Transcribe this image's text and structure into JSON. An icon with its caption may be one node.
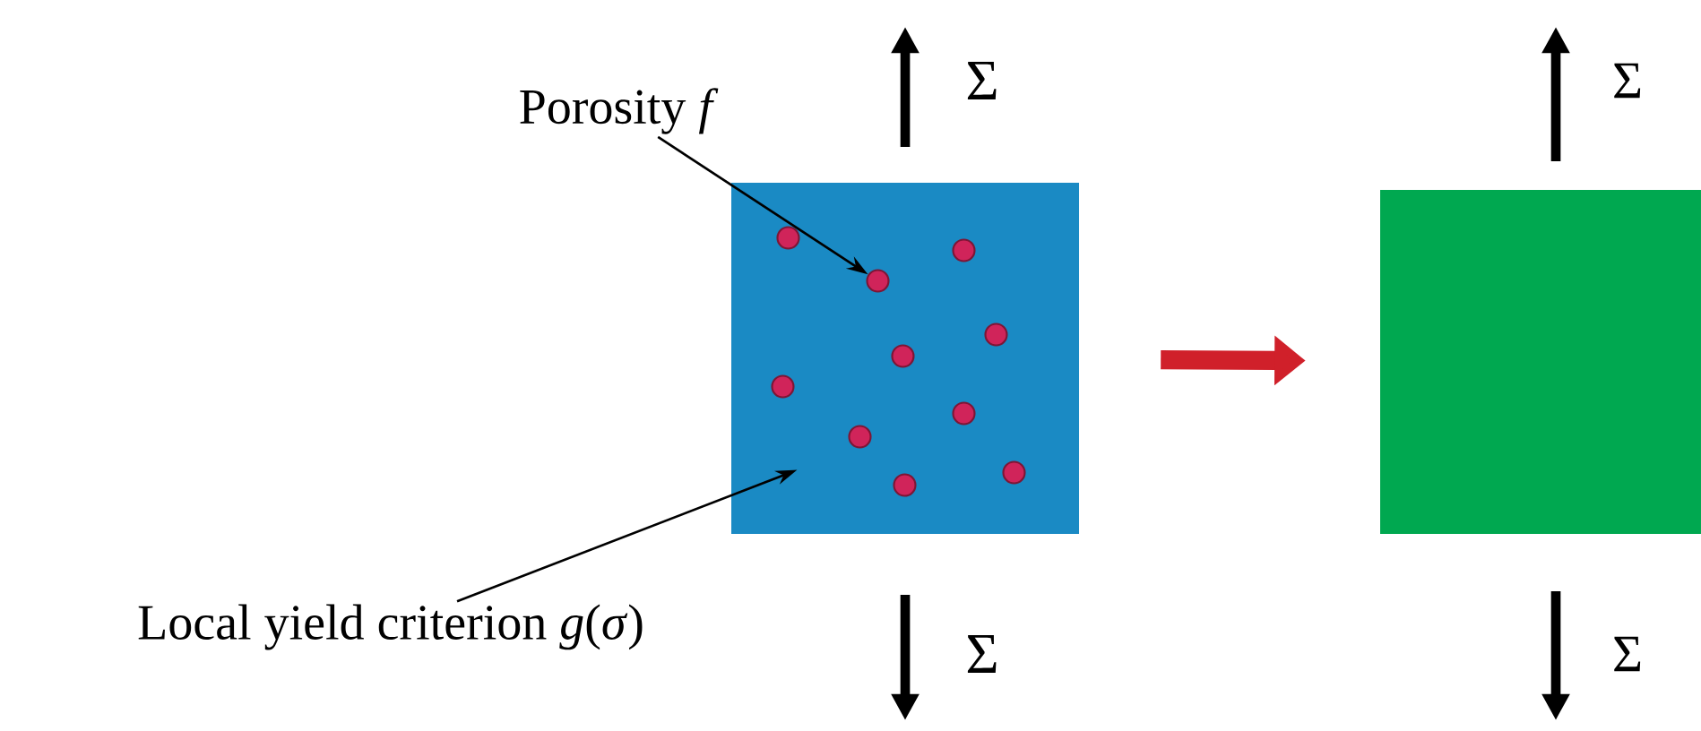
{
  "diagram": {
    "nodes": [
      {
        "text": [
          "Porosity *f*"
        ]
      },
      {
        "text": [],
        "shape": "box"
      },
      {
        "text": [],
        "shape": "circle",
        "in": 1
      },
      {
        "text": [],
        "shape": "circle",
        "in": 1
      },
      {
        "text": [],
        "shape": "circle",
        "in": 1
      },
      {
        "text": [],
        "shape": "circle",
        "in": 1
      },
      {
        "text": [],
        "shape": "circle",
        "in": 1
      },
      {
        "text": [],
        "shape": "circle",
        "in": 1
      },
      {
        "text": [],
        "shape": "circle",
        "in": 1
      },
      {
        "text": [],
        "shape": "circle",
        "in": 1
      },
      {
        "text": [],
        "shape": "circle",
        "in": 1
      },
      {
        "text": [],
        "shape": "circle",
        "in": 1
      },
      {
        "text": [],
        "shape": "box"
      },
      {
        "text": [
          "Local yield criterion *g*(*σ*)"
        ]
      }
    ],
    "edges": [
      {
        "from": 0,
        "to": 4,
        "arrow": "to"
      },
      {
        "from": 13,
        "to": 1,
        "arrow": "to"
      },
      {
        "from": 1,
        "to": 12,
        "arrow": "to",
        "style": "thick",
        "color": "#d0202a"
      }
    ],
    "labels": [
      "Σ",
      "Σ",
      "Σ",
      "Σ"
    ]
  }
}
